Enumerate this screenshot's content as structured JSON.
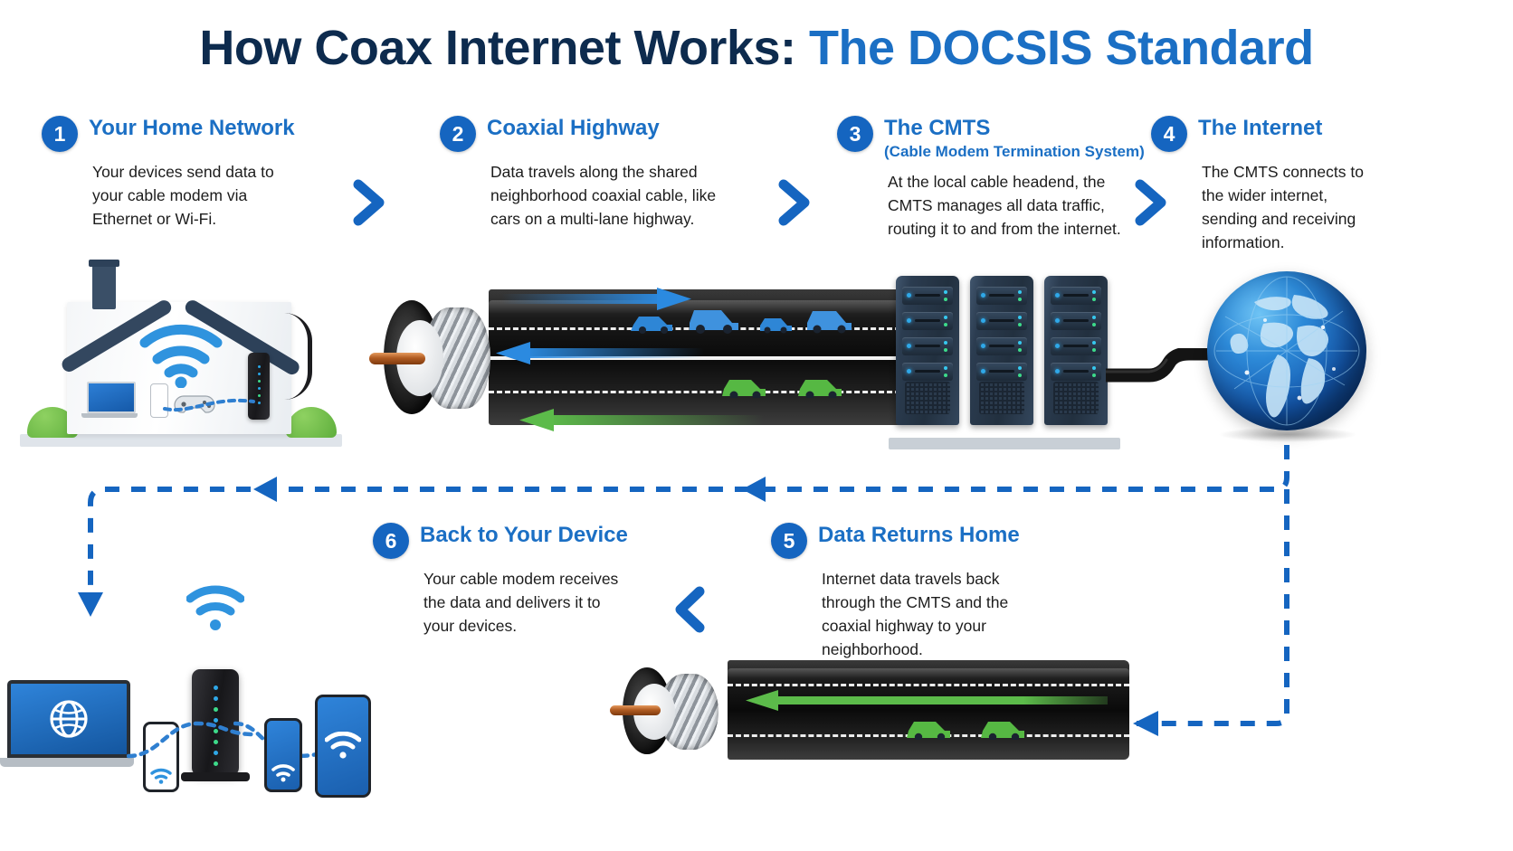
{
  "title": {
    "part1": "How Coax Internet Works: ",
    "part2": "The DOCSIS Standard"
  },
  "colors": {
    "title_dark": "#0d2b4e",
    "title_blue": "#1b6fc4",
    "badge_blue": "#1565c0",
    "body_text": "#1c1c1c",
    "upstream_blue": "#2b8ae0",
    "downstream_green": "#5cbb4a",
    "dashed_flow": "#1565c0"
  },
  "steps": [
    {
      "number": "1",
      "title": "Your Home Network",
      "subtitle": "",
      "body": "Your devices send data to your cable modem via Ethernet or Wi-Fi."
    },
    {
      "number": "2",
      "title": "Coaxial Highway",
      "subtitle": "",
      "body": "Data travels along the shared neighborhood coaxial cable, like cars on a multi-lane highway."
    },
    {
      "number": "3",
      "title": "The CMTS",
      "subtitle": "(Cable Modem Termination System)",
      "body": "At the local cable headend, the CMTS manages all data traffic, routing it to and from the internet."
    },
    {
      "number": "4",
      "title": "The Internet",
      "subtitle": "",
      "body": "The CMTS connects to the wider internet, sending and receiving information."
    },
    {
      "number": "5",
      "title": "Data Returns Home",
      "subtitle": "",
      "body": "Internet data travels back through the CMTS and the coaxial highway to your neighborhood."
    },
    {
      "number": "6",
      "title": "Back to Your Device",
      "subtitle": "",
      "body": "Your cable modem receives the data and delivers it to your devices."
    }
  ],
  "illustrations": {
    "house": {
      "name": "home-network-house",
      "devices": [
        "laptop",
        "smartphone",
        "game-controller",
        "cable-modem"
      ],
      "wifi_symbol": true
    },
    "coax_top": {
      "name": "coaxial-cable-highway",
      "upstream_lane_cars": 4,
      "upstream_color": "#2b8ae0",
      "downstream_lane_cars": 2,
      "downstream_color": "#5cbb4a",
      "arrows": [
        "upstream-right-blue",
        "downstream-left-blue",
        "downstream-left-green"
      ]
    },
    "cmts": {
      "name": "server-racks",
      "racks": 3,
      "blades_per_rack": 4
    },
    "globe": {
      "name": "internet-globe"
    },
    "coax_bottom": {
      "name": "coaxial-cable-return",
      "cars": 2,
      "arrow": "left-green"
    },
    "devices_bottom": {
      "name": "home-devices",
      "items": [
        "laptop",
        "white-smartphone",
        "cable-modem",
        "blue-smartphone",
        "tablet"
      ]
    }
  },
  "flow": {
    "chevrons": [
      "right",
      "right",
      "right",
      "left"
    ],
    "dashed_path_label": "return-data-path"
  }
}
